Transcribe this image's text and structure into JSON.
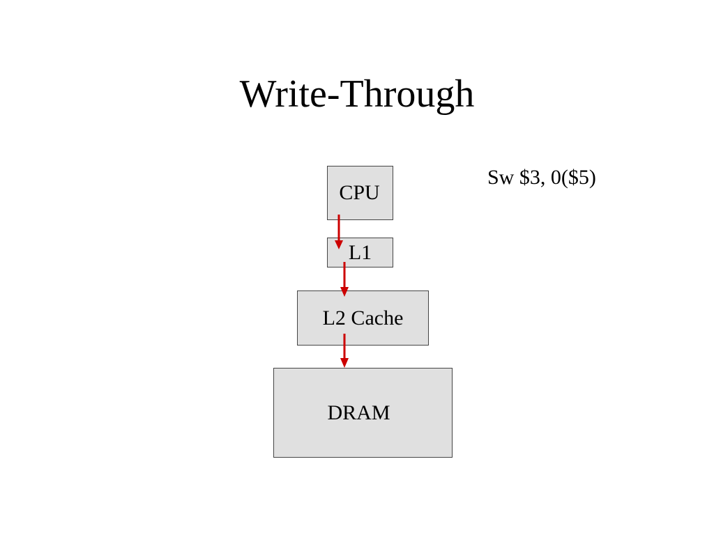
{
  "slide": {
    "title": "Write-Through",
    "instruction": "Sw $3, 0($5)"
  },
  "boxes": {
    "cpu": "CPU",
    "l1": "L1",
    "l2": "L2 Cache",
    "dram": "DRAM"
  },
  "colors": {
    "box_fill": "#e0e0e0",
    "box_border": "#444444",
    "arrow": "#cc0000",
    "background": "#ffffff"
  }
}
